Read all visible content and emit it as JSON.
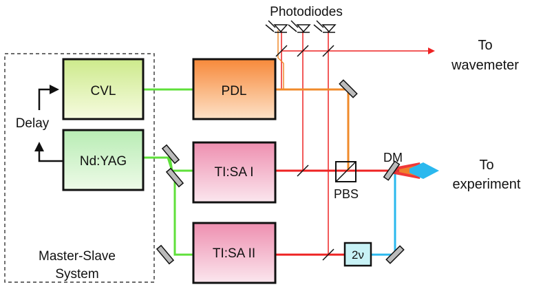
{
  "labels": {
    "photodiodes": "Photodiodes",
    "to_wavemeter_line1": "To",
    "to_wavemeter_line2": "wavemeter",
    "to_experiment_line1": "To",
    "to_experiment_line2": "experiment",
    "delay": "Delay",
    "dm": "DM",
    "pbs": "PBS",
    "master_slave_line1": "Master-Slave",
    "master_slave_line2": "System"
  },
  "boxes": {
    "cvl": "CVL",
    "pdl": "PDL",
    "ndyag": "Nd:YAG",
    "tisa1": "TI:SA I",
    "tisa2": "TI:SA II",
    "doubler": "2ν"
  },
  "colors": {
    "green_beam": "#5fe03a",
    "orange_beam": "#f08a2a",
    "red_beam": "#ee2222",
    "blue_beam": "#2ab8ee",
    "cvl_fill_top": "#cdea8c",
    "cvl_fill_bottom": "#f6fbe0",
    "ndyag_fill_top": "#b8ecb4",
    "ndyag_fill_bottom": "#eefbe8",
    "pdl_fill_top": "#f7893a",
    "pdl_fill_bottom": "#fde2c8",
    "tisa_fill_top": "#ee8fb0",
    "tisa_fill_bottom": "#fbe6ee",
    "doubler_fill": "#c8f2f6",
    "mirror_fill": "#bbbbbb"
  }
}
